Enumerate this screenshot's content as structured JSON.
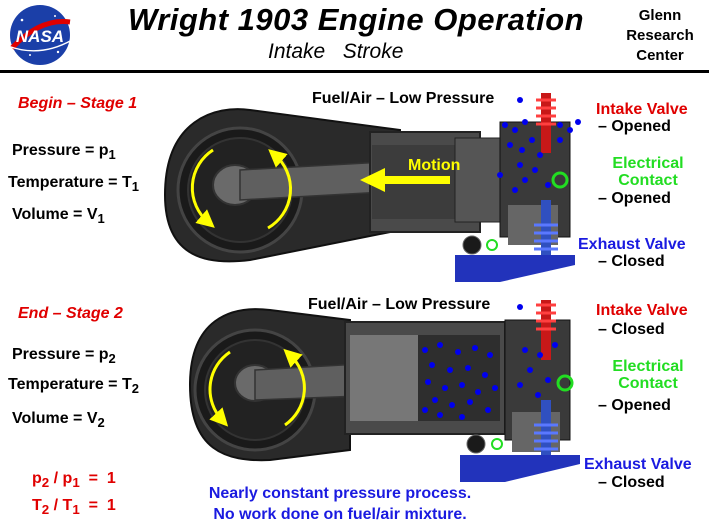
{
  "header": {
    "logo_text": "NASA",
    "title": "Wright 1903 Engine Operation",
    "subtitle": "Intake   Stroke",
    "center_lines": [
      "Glenn",
      "Research",
      "Center"
    ]
  },
  "stage1": {
    "heading": "Begin  –  Stage 1",
    "pressure": "Pressure = p",
    "pressure_sub": "1",
    "temperature": "Temperature = T",
    "temperature_sub": "1",
    "volume": "Volume = V",
    "volume_sub": "1",
    "fuel_air": "Fuel/Air – Low Pressure",
    "motion": "Motion",
    "intake_valve": "Intake Valve",
    "intake_state": "– Opened",
    "contact_line1": "Electrical",
    "contact_line2": "Contact",
    "contact_state": "– Opened",
    "exhaust_valve": "Exhaust Valve",
    "exhaust_state": "– Closed"
  },
  "stage2": {
    "heading": "End  –  Stage 2",
    "pressure": "Pressure = p",
    "pressure_sub": "2",
    "temperature": "Temperature = T",
    "temperature_sub": "2",
    "volume": "Volume = V",
    "volume_sub": "2",
    "fuel_air": "Fuel/Air – Low Pressure",
    "intake_valve": "Intake Valve",
    "intake_state": "– Closed",
    "contact_line1": "Electrical",
    "contact_line2": "Contact",
    "contact_state": "– Opened",
    "exhaust_valve": "Exhaust Valve",
    "exhaust_state": "– Closed"
  },
  "ratios": {
    "p_num": "p",
    "p_num_sub": "2",
    "p_den": " / p",
    "p_den_sub": "1",
    "p_eq": "  =  1",
    "t_num": "T",
    "t_num_sub": "2",
    "t_den": " / T",
    "t_den_sub": "1",
    "t_eq": "  =  1"
  },
  "note": {
    "line1": "Nearly constant pressure process.",
    "line2": "No work done on fuel/air mixture."
  },
  "colors": {
    "stage_red": "#e00000",
    "contact_green": "#22dd22",
    "exhaust_blue": "#1a1ae0",
    "flywheel": "#2a2a2a",
    "metal": "#5a5a5a",
    "motion_yellow": "#ffff00",
    "molecule_blue": "#0000ee"
  }
}
